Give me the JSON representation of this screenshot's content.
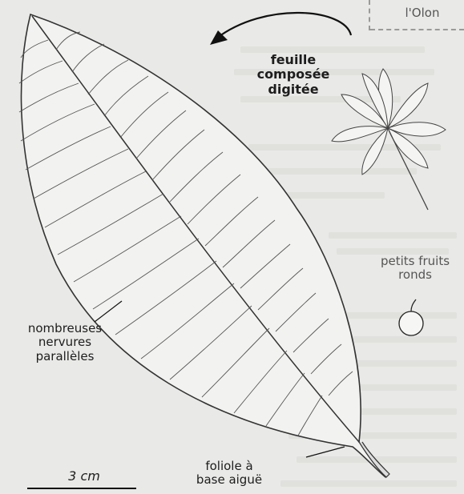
{
  "corner_label": "l'Olon",
  "compound_leaf": {
    "line1": "feuille",
    "line2": "composée",
    "line3": "digitée"
  },
  "fruits": {
    "line1": "petits fruits",
    "line2": "ronds"
  },
  "veins": {
    "line1": "nombreuses",
    "line2": "nervures",
    "line3": "parallèles"
  },
  "leaflet_base": {
    "line1": "foliole à",
    "line2": "base aiguë"
  },
  "scale": {
    "label": "3 cm"
  }
}
